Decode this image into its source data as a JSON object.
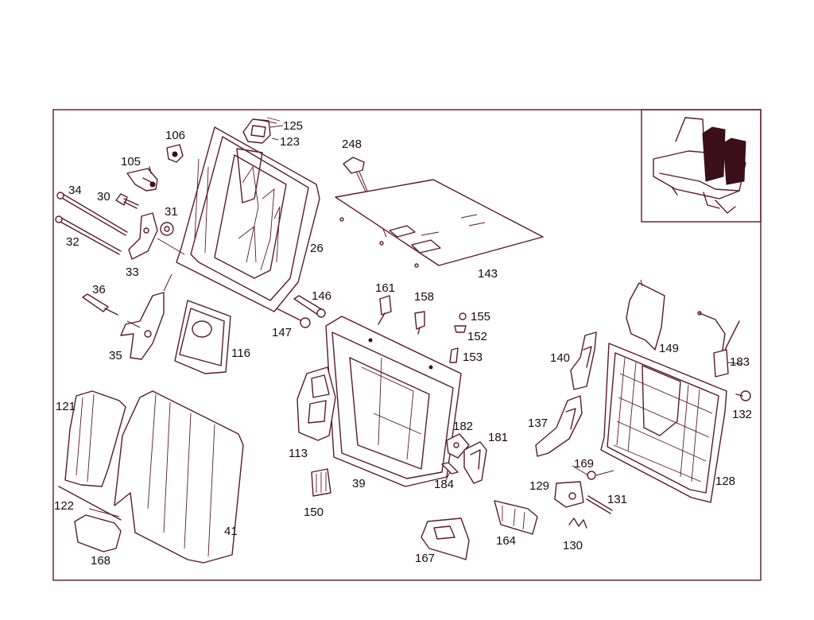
{
  "colors": {
    "line": "#5a1a28",
    "text": "#1a0a10",
    "background": "#ffffff"
  },
  "labels": {
    "p26": "26",
    "p30": "30",
    "p31": "31",
    "p32": "32",
    "p33": "33",
    "p34": "34",
    "p35": "35",
    "p36": "36",
    "p39": "39",
    "p41": "41",
    "p105": "105",
    "p106": "106",
    "p113": "113",
    "p116": "116",
    "p121": "121",
    "p122": "122",
    "p123": "123",
    "p125": "125",
    "p128": "128",
    "p129": "129",
    "p130": "130",
    "p131": "131",
    "p132": "132",
    "p137": "137",
    "p140": "140",
    "p143": "143",
    "p146": "146",
    "p147": "147",
    "p149": "149",
    "p150": "150",
    "p152": "152",
    "p153": "153",
    "p155": "155",
    "p158": "158",
    "p161": "161",
    "p164": "164",
    "p167": "167",
    "p168": "168",
    "p169": "169",
    "p181": "181",
    "p182": "182",
    "p183": "183",
    "p184": "184",
    "p248": "248"
  }
}
